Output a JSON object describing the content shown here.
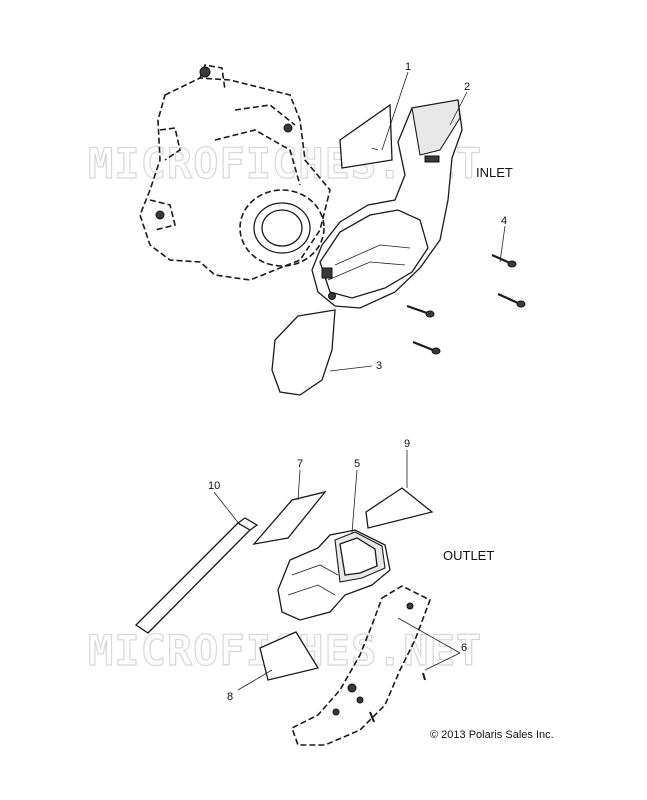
{
  "watermark": {
    "text": "MICROFICHES.NET"
  },
  "sections": {
    "inlet": "INLET",
    "outlet": "OUTLET"
  },
  "callouts": [
    "1",
    "2",
    "3",
    "4",
    "5",
    "6",
    "7",
    "8",
    "9",
    "10"
  ],
  "copyright": "© 2013 Polaris Sales Inc."
}
